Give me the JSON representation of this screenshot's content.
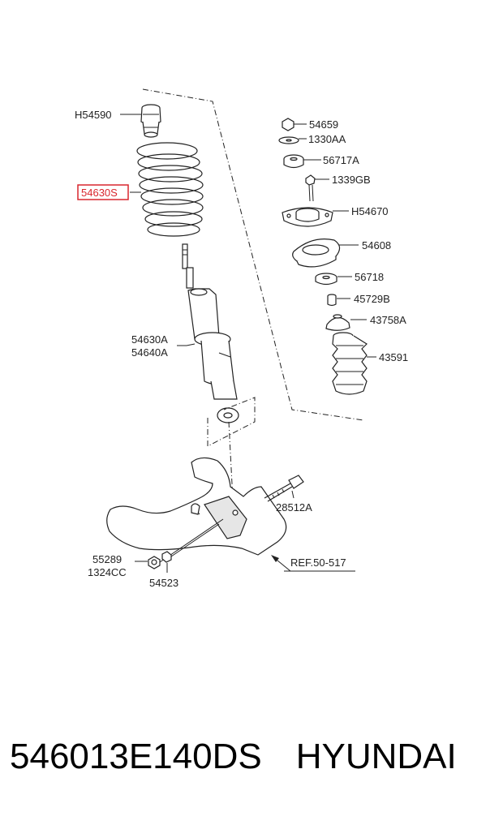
{
  "colors": {
    "highlight": "#d9272e",
    "line": "#222222",
    "background": "#ffffff"
  },
  "labels": {
    "h54590": "H54590",
    "p54630s": "54630S",
    "p54630a": "54630A",
    "p54640a": "54640A",
    "p54659": "54659",
    "p1330aa": "1330AA",
    "p56717a": "56717A",
    "p1339gb": "1339GB",
    "h54670": "H54670",
    "p54608": "54608",
    "p56718": "56718",
    "p45729b": "45729B",
    "p43758a": "43758A",
    "p43591": "43591",
    "p28512a": "28512A",
    "ref": "REF.50-517",
    "p55289": "55289",
    "p1324cc": "1324CC",
    "p54523": "54523"
  },
  "caption": {
    "part_number": "546013E140DS",
    "brand": "HYUNDAI"
  }
}
